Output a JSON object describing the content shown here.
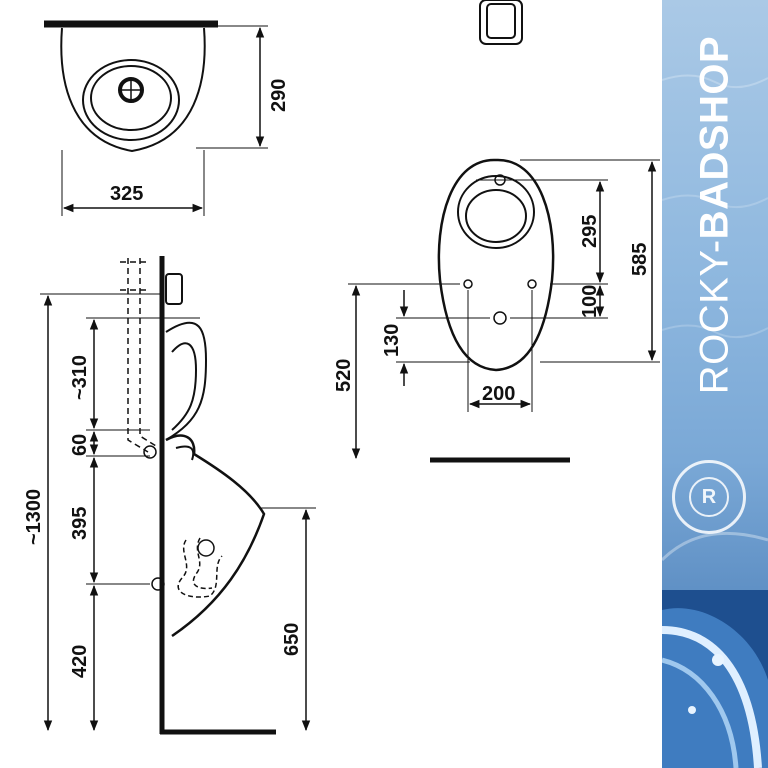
{
  "dimensions": {
    "top_width": "325",
    "top_depth": "290",
    "side_height_total": "~1300",
    "side_upper": "~310",
    "side_60": "60",
    "side_395": "395",
    "side_420": "420",
    "side_650": "650",
    "front_height": "585",
    "front_295": "295",
    "front_100": "100",
    "front_130": "130",
    "front_520": "520",
    "front_200": "200"
  },
  "brand": {
    "prefix": "ROCKY-",
    "name": "BADSHOP",
    "registered": "R"
  },
  "colors": {
    "line": "#111111",
    "banner_top": "#aac9e6",
    "banner_bottom": "#2f5f9c",
    "brand_text": "#ffffff"
  }
}
